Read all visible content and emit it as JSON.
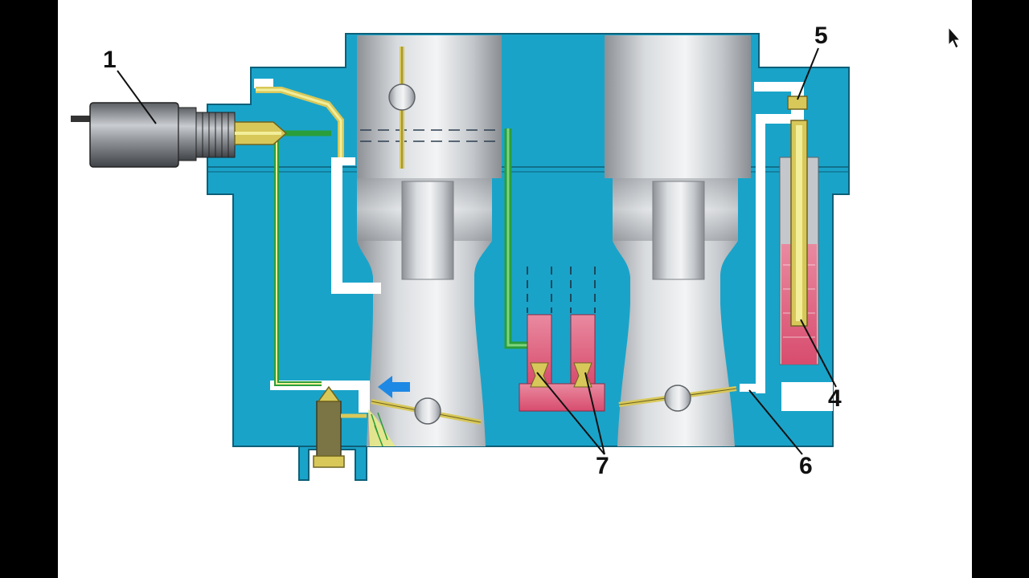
{
  "callouts": [
    {
      "id": "c1",
      "text": "1"
    },
    {
      "id": "c4",
      "text": "4"
    },
    {
      "id": "c5",
      "text": "5"
    },
    {
      "id": "c6",
      "text": "6"
    },
    {
      "id": "c7",
      "text": "7"
    }
  ],
  "colors": {
    "body": "#1aa3c9",
    "chamber": "#b8bcc0",
    "channel": "#ffffff",
    "fuel": "#e0607e",
    "emulsion": "#f2ee9a",
    "idle_jet_line": "#2a9e3a",
    "brass": "#d8c85a",
    "arrow": "#1e88e5",
    "callout": "#111111"
  },
  "icons": [
    "mouse-cursor-icon",
    "air-flow-arrow-icon"
  ]
}
